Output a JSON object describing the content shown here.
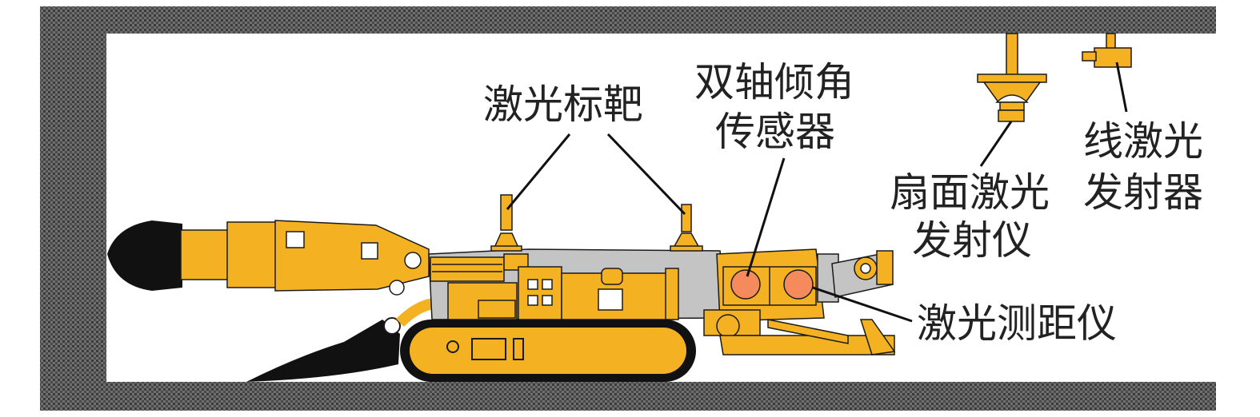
{
  "labels": {
    "laser_target": "激光标靶",
    "tilt_sensor_line1": "双轴倾角",
    "tilt_sensor_line2": "传感器",
    "fan_laser_line1": "扇面激光",
    "fan_laser_line2": "发射仪",
    "line_laser_line1": "线激光",
    "line_laser_line2": "发射器",
    "rangefinder": "激光测距仪"
  },
  "colors": {
    "machine_yellow": "#F4B223",
    "machine_outline": "#1a1a1a",
    "body_gray": "#c4c4c4",
    "sensor_orange": "#F58A5C",
    "cutter_black": "#111111",
    "rock_gray": "#6e6e6e",
    "rock_dark": "#3c3c3c",
    "tunnel_white": "#ffffff"
  }
}
